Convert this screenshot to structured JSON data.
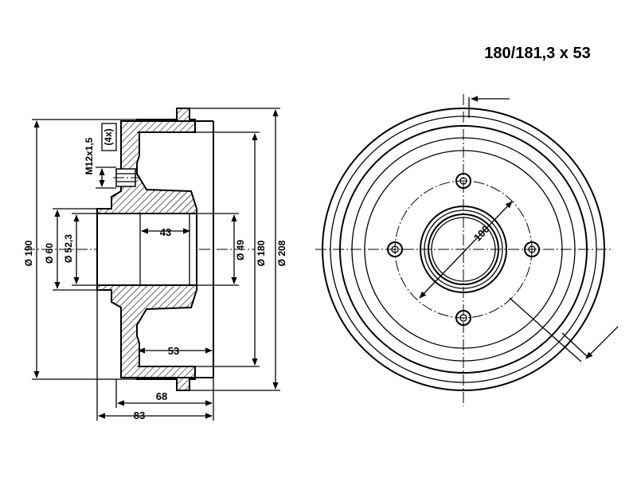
{
  "title": "180/181,3 x 53",
  "side_view": {
    "thread": "M12x1,5",
    "thread_count": "(4x)",
    "dims": {
      "d190": "Ø 190",
      "d60": "Ø 60",
      "d52_3": "Ø 52,3",
      "d49": "Ø 49",
      "d180": "Ø 180",
      "d208": "Ø 208",
      "w43": "43",
      "w53": "53",
      "w68": "68",
      "w83": "83"
    }
  },
  "front_view": {
    "bolt_circle": "100",
    "bolt_holes": 4
  }
}
